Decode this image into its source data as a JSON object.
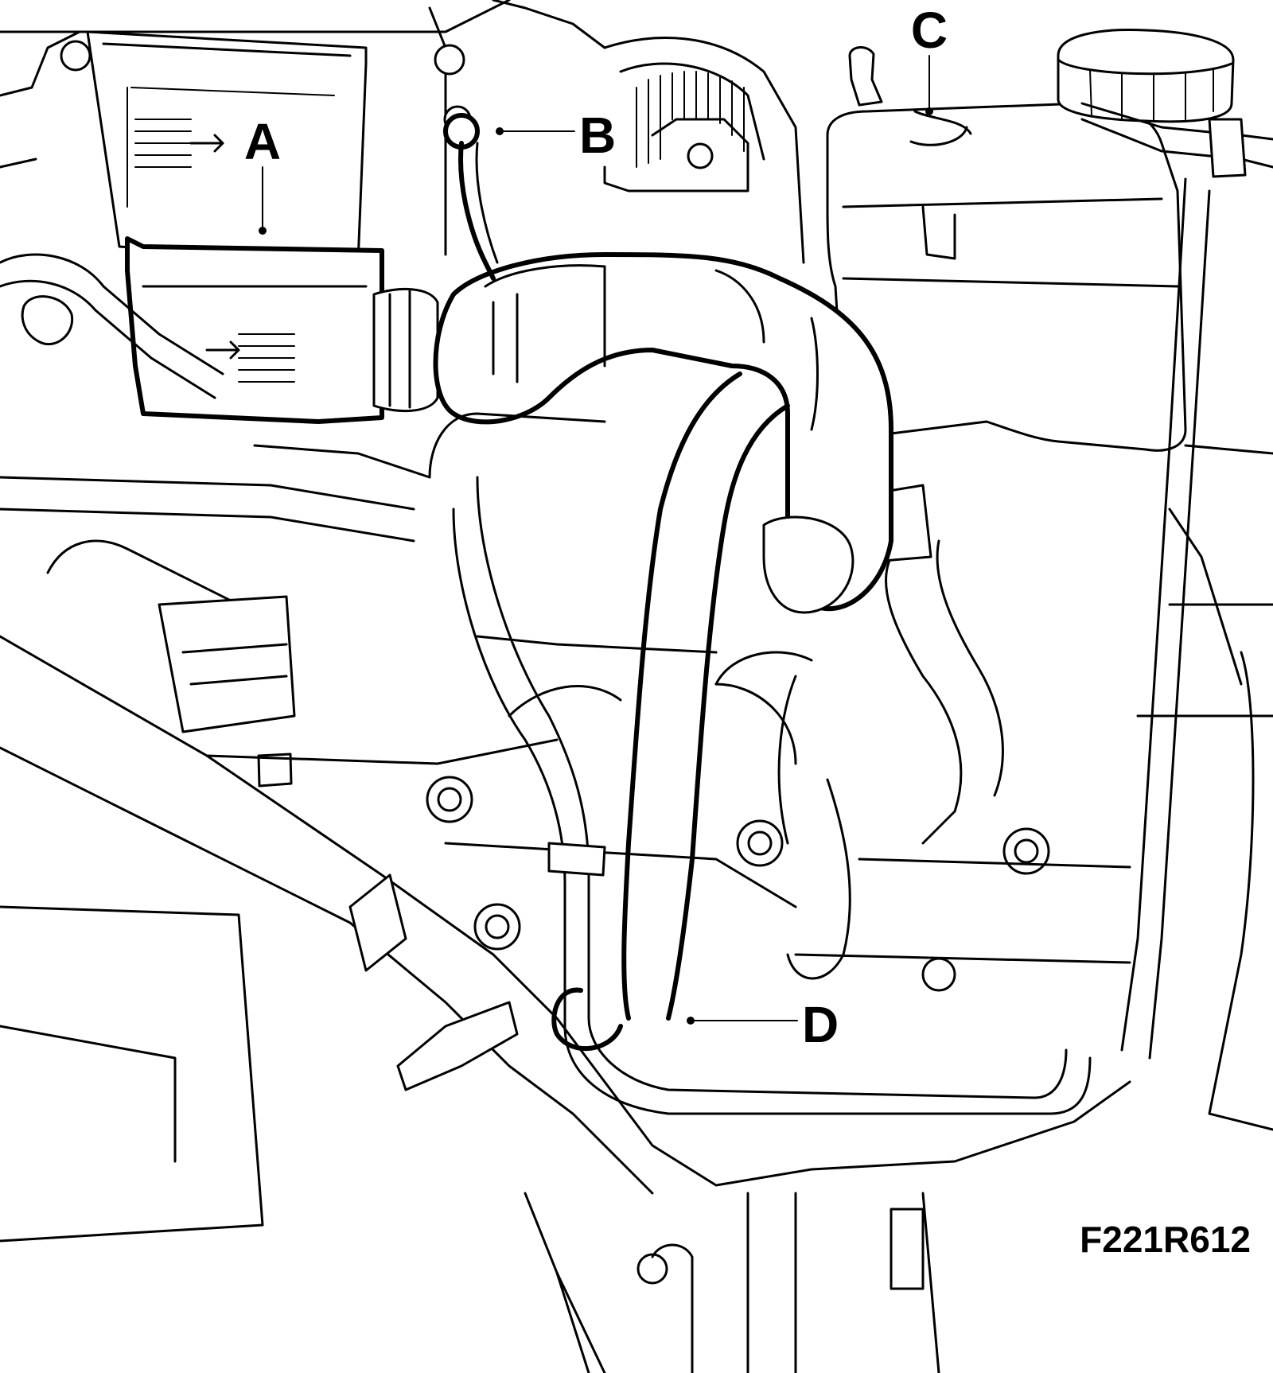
{
  "callouts": {
    "a": "A",
    "b": "B",
    "c": "C",
    "d": "D"
  },
  "figure_code": "F221R612"
}
